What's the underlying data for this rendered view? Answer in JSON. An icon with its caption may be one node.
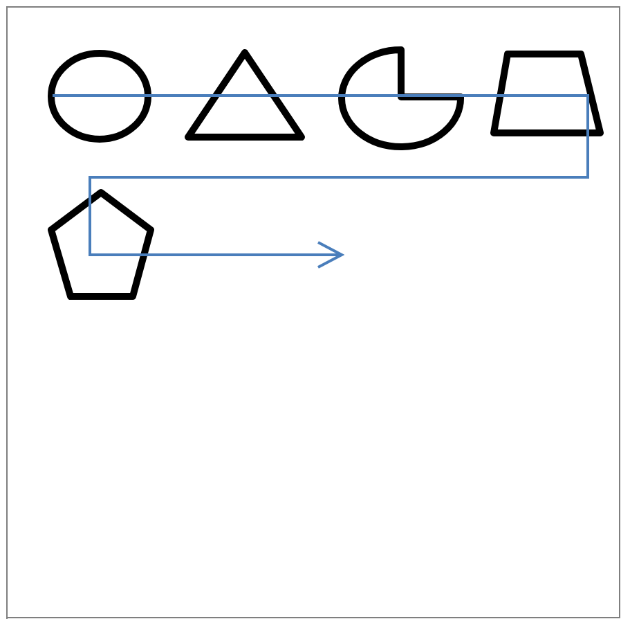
{
  "diagram": {
    "nodes": [
      {
        "text": [],
        "shape": "circle"
      },
      {
        "text": [],
        "shape": "triangle"
      },
      {
        "text": [],
        "shape": "pie"
      },
      {
        "text": [],
        "shape": "trapezoid"
      },
      {
        "text": [],
        "shape": "pentagon"
      }
    ]
  }
}
